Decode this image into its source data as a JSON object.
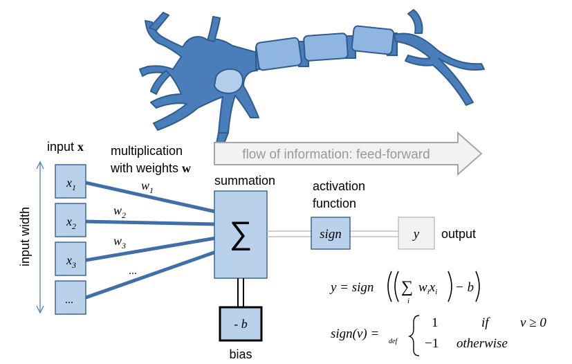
{
  "labels": {
    "input_prefix": "input ",
    "input_bold": "x",
    "mult_line1": "multiplication",
    "mult_line2": "with weights ",
    "mult_bold": "w",
    "summation": "summation",
    "activation_line1": "activation",
    "activation_line2": "function",
    "flow": "flow of information: feed-forward",
    "input_width": "input width",
    "output": "output",
    "bias": "bias"
  },
  "inputs": [
    {
      "base": "x",
      "sub": "1"
    },
    {
      "base": "x",
      "sub": "2"
    },
    {
      "base": "x",
      "sub": "3"
    },
    {
      "base": "...",
      "sub": ""
    }
  ],
  "weights": [
    {
      "base": "w",
      "sub": "1"
    },
    {
      "base": "w",
      "sub": "2"
    },
    {
      "base": "w",
      "sub": "3"
    },
    {
      "base": "...",
      "sub": ""
    }
  ],
  "sum_symbol": "∑",
  "activation_box": "sign",
  "output_box": "y",
  "bias_box": "- b",
  "formula1": {
    "lhs": "y = sign",
    "sigma": "∑",
    "sigma_index": "i",
    "w": "w",
    "w_sub": "i",
    "x": "x",
    "x_sub": "i",
    "minus_b": "− b"
  },
  "formula2": {
    "lhs": "sign(v) =",
    "def": "def",
    "case1_value": "1",
    "case1_cond": "if",
    "case1_expr": "v ≥ 0",
    "case2_value": "−1",
    "case2_cond": "otherwise"
  },
  "colors": {
    "neuron_fill": "#4a7ebb",
    "neuron_stroke": "#2f5c8f",
    "nucleus": "#b4cdea",
    "axon_segment": "#8fb6e0",
    "box_fill": "#b9d1ea",
    "box_stroke": "#3c6695",
    "arrow_fill": "#f2f2f2",
    "arrow_stroke": "#a6a6a6",
    "line_blue": "#3f6fa6"
  }
}
